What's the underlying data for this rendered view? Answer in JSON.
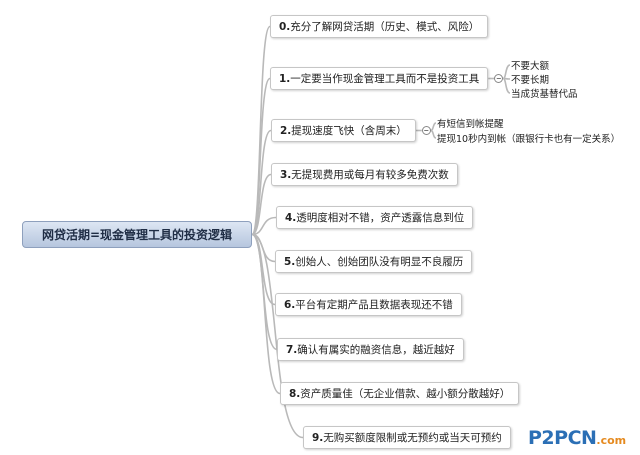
{
  "root": "网贷活期=现金管理工具的投资逻辑",
  "branches": [
    {
      "num": "0.",
      "text": "充分了解网贷活期（历史、模式、风险）"
    },
    {
      "num": "1.",
      "text": "一定要当作现金管理工具而不是投资工具",
      "children": [
        "不要大额",
        "不要长期",
        "当成货基替代品"
      ]
    },
    {
      "num": "2.",
      "text": "提现速度飞快（含周末）",
      "children": [
        "有短信到帐提醒",
        "提现10秒内到帐（跟银行卡也有一定关系）"
      ]
    },
    {
      "num": "3.",
      "text": "无提现费用或每月有较多免费次数"
    },
    {
      "num": "4.",
      "text": "透明度相对不错，资产透露信息到位"
    },
    {
      "num": "5.",
      "text": "创始人、创始团队没有明显不良履历"
    },
    {
      "num": "6.",
      "text": "平台有定期产品且数据表现还不错"
    },
    {
      "num": "7.",
      "text": "确认有属实的融资信息，越近越好"
    },
    {
      "num": "8.",
      "text": "资产质量佳（无企业借款、越小额分散越好）"
    },
    {
      "num": "9.",
      "text": "无购买额度限制或无预约或当天可预约"
    }
  ],
  "toggle_symbol": "−",
  "logo": {
    "main": "P2PCN",
    "suffix": ".com"
  },
  "colors": {
    "line": "#b9b9b9",
    "root_fill": "#c5d3e8",
    "logo_blue": "#2b6fb5",
    "logo_orange": "#e58a1f"
  }
}
